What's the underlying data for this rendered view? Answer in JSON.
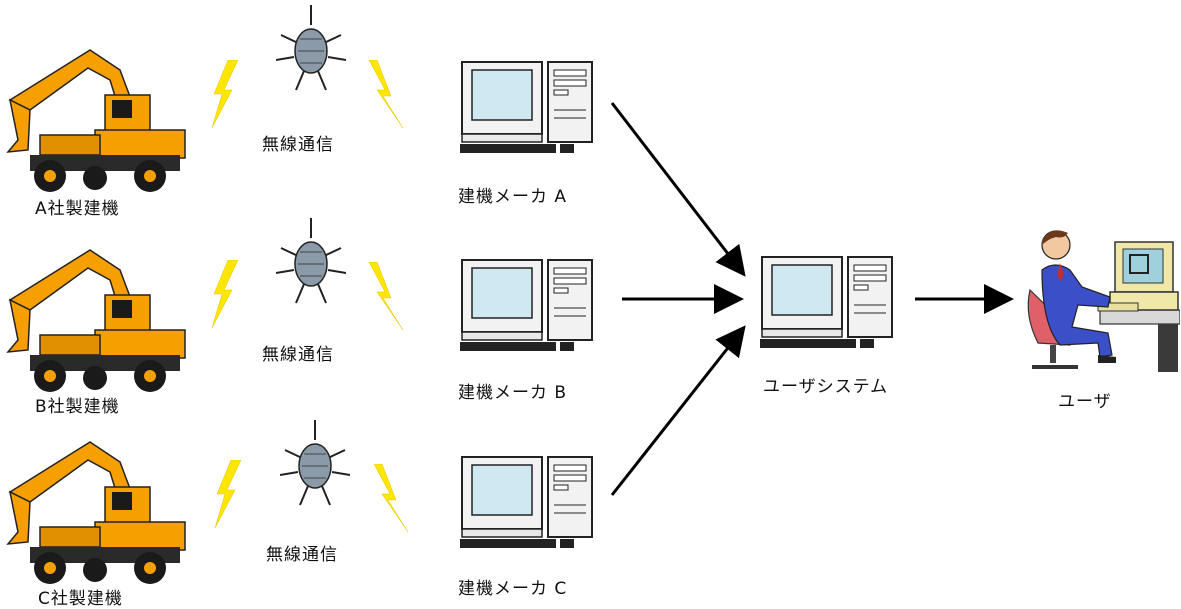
{
  "rows": [
    {
      "machine_label": "A社製建機",
      "comm_label": "無線通信",
      "maker_label": "建機メーカ A"
    },
    {
      "machine_label": "B社製建機",
      "comm_label": "無線通信",
      "maker_label": "建機メーカ B"
    },
    {
      "machine_label": "C社製建機",
      "comm_label": "無線通信",
      "maker_label": "建機メーカ C"
    }
  ],
  "system_label": "ユーザシステム",
  "user_label": "ユーザ",
  "colors": {
    "excavator_body": "#f5a000",
    "excavator_dark": "#1a1a1a",
    "lightning": "#ffe600",
    "satellite": "#8a9aa8",
    "monitor_screen": "#cfe8f2",
    "computer_case": "#f2f2f2",
    "arrow": "#000000",
    "user_suit": "#3a4fc8",
    "user_chair": "#e0606a"
  },
  "icons": [
    "excavator-icon",
    "satellite-icon",
    "lightning-icon",
    "computer-icon",
    "user-at-desk-icon"
  ]
}
